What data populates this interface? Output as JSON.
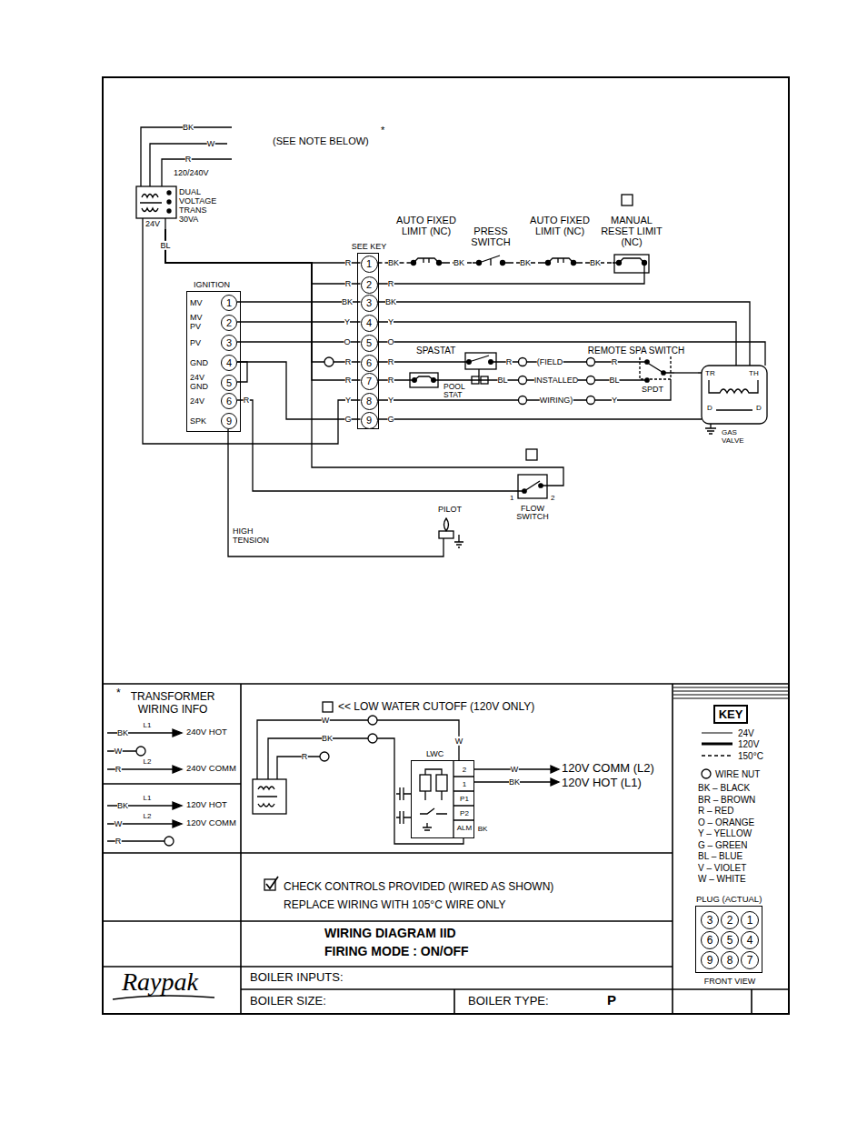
{
  "diagram": {
    "title": "WIRING DIAGRAM IID",
    "nodes": [
      {
        "text": [
          "120/240V",
          "DUAL VOLTAGE TRANS 30VA",
          "24V"
        ]
      },
      {
        "text": [
          "IGNITION",
          "MV",
          "MV PV",
          "PV",
          "GND",
          "24V GND",
          "24V",
          "SPK"
        ]
      },
      {
        "text": [
          "1"
        ],
        "in": 1
      },
      {
        "text": [
          "2"
        ],
        "in": 1
      },
      {
        "text": [
          "3"
        ],
        "in": 1
      },
      {
        "text": [
          "4"
        ],
        "in": 1
      },
      {
        "text": [
          "5"
        ],
        "in": 1
      },
      {
        "text": [
          "6"
        ],
        "in": 1
      },
      {
        "text": [
          "9"
        ],
        "in": 1
      },
      {
        "text": [
          "SEE KEY"
        ]
      },
      {
        "text": [
          "1"
        ],
        "in": 9
      },
      {
        "text": [
          "2"
        ],
        "in": 9
      },
      {
        "text": [
          "3"
        ],
        "in": 9
      },
      {
        "text": [
          "4"
        ],
        "in": 9
      },
      {
        "text": [
          "5"
        ],
        "in": 9
      },
      {
        "text": [
          "6"
        ],
        "in": 9
      },
      {
        "text": [
          "7"
        ],
        "in": 9
      },
      {
        "text": [
          "8"
        ],
        "in": 9
      },
      {
        "text": [
          "9"
        ],
        "in": 9
      },
      {
        "text": [
          "AUTO FIXED LIMIT (NC)"
        ]
      },
      {
        "text": [
          "PRESS SWITCH"
        ]
      },
      {
        "text": [
          "AUTO FIXED LIMIT (NC)"
        ]
      },
      {
        "text": [
          "MANUAL RESET LIMIT (NC)"
        ]
      },
      {
        "text": [
          "SPASTAT"
        ]
      },
      {
        "text": [
          "POOL STAT"
        ]
      },
      {
        "text": [
          "REMOTE SPA SWITCH",
          "SPDT"
        ]
      },
      {
        "text": [
          "TR",
          "TH",
          "D",
          "D",
          "GAS VALVE"
        ]
      },
      {
        "text": [
          "1",
          "2",
          "FLOW SWITCH"
        ]
      },
      {
        "text": [
          "PILOT"
        ]
      },
      {
        "text": [
          "LWC",
          "2",
          "1",
          "P1",
          "P2",
          "ALM"
        ]
      },
      {
        "text": [
          "KEY"
        ]
      },
      {
        "text": [
          "PLUG (ACTUAL)",
          "FRONT VIEW"
        ]
      },
      {
        "text": [
          "3"
        ],
        "in": 31
      },
      {
        "text": [
          "2"
        ],
        "in": 31
      },
      {
        "text": [
          "1"
        ],
        "in": 31
      },
      {
        "text": [
          "6"
        ],
        "in": 31
      },
      {
        "text": [
          "5"
        ],
        "in": 31
      },
      {
        "text": [
          "4"
        ],
        "in": 31
      },
      {
        "text": [
          "9"
        ],
        "in": 31
      },
      {
        "text": [
          "8"
        ],
        "in": 31
      },
      {
        "text": [
          "7"
        ],
        "in": 31
      }
    ],
    "edges": [
      {
        "from": 0,
        "to": 10,
        "arrow": "none",
        "label": "BL"
      },
      {
        "from": 0,
        "to": 11,
        "arrow": "none",
        "label": "R"
      },
      {
        "from": 0,
        "to": 15,
        "arrow": "none",
        "label": "R"
      },
      {
        "from": 0,
        "to": 16,
        "arrow": "none",
        "label": "R"
      },
      {
        "from": 0,
        "to": 27,
        "arrow": "none"
      },
      {
        "from": 0,
        "to": 17,
        "arrow": "none",
        "label": "Y"
      },
      {
        "from": 2,
        "to": 12,
        "arrow": "none",
        "label": "BK"
      },
      {
        "from": 3,
        "to": 13,
        "arrow": "none",
        "label": "Y"
      },
      {
        "from": 4,
        "to": 14,
        "arrow": "none",
        "label": "O"
      },
      {
        "from": 5,
        "to": 18,
        "arrow": "none",
        "label": "G"
      },
      {
        "from": 6,
        "to": 5,
        "arrow": "none"
      },
      {
        "from": 7,
        "to": 27,
        "arrow": "none",
        "label": "R"
      },
      {
        "from": 8,
        "to": 28,
        "arrow": "none",
        "label": "HIGH TENSION"
      },
      {
        "from": 10,
        "to": 19,
        "arrow": "none",
        "label": "BK"
      },
      {
        "from": 19,
        "to": 20,
        "arrow": "none",
        "label": "BK"
      },
      {
        "from": 20,
        "to": 21,
        "arrow": "none",
        "label": "BK"
      },
      {
        "from": 21,
        "to": 22,
        "arrow": "none",
        "label": "BK"
      },
      {
        "from": 22,
        "to": 11,
        "arrow": "none",
        "label": "R"
      },
      {
        "from": 12,
        "to": 26,
        "arrow": "none",
        "label": "BK"
      },
      {
        "from": 13,
        "to": 26,
        "arrow": "none",
        "label": "Y"
      },
      {
        "from": 14,
        "to": 26,
        "arrow": "none",
        "label": "O"
      },
      {
        "from": 15,
        "to": 23,
        "arrow": "none",
        "label": "R"
      },
      {
        "from": 16,
        "to": 24,
        "arrow": "none",
        "label": "R"
      },
      {
        "from": 17,
        "to": 25,
        "arrow": "none",
        "label": "Y"
      },
      {
        "from": 18,
        "to": 26,
        "arrow": "none",
        "label": "G"
      },
      {
        "from": 23,
        "to": 25,
        "arrow": "none",
        "label": "R"
      },
      {
        "from": 24,
        "to": 25,
        "arrow": "none",
        "label": "BL"
      },
      {
        "from": 25,
        "to": 26,
        "arrow": "none"
      }
    ],
    "labels": [
      "BK",
      "W",
      "R",
      "(SEE NOTE BELOW)",
      "*",
      "R",
      "(FIELD",
      "INSTALLED",
      "WIRING)",
      "R",
      "BL",
      "Y",
      "*",
      "TRANSFORMER WIRING INFO",
      "BK",
      "L1",
      "240V HOT",
      "W",
      "R",
      "L2",
      "240V COMM",
      "BK",
      "L1",
      "120V HOT",
      "W",
      "L2",
      "120V COMM",
      "R",
      "<< LOW WATER CUTOFF (120V ONLY)",
      "W",
      "BK",
      "R",
      "W",
      "W",
      "BK",
      "120V COMM (L2)",
      "120V HOT (L1)",
      "BK",
      "CHECK CONTROLS PROVIDED (WIRED AS SHOWN)",
      "REPLACE WIRING WITH 105°C WIRE ONLY",
      "FIRING MODE : ON/OFF",
      "Raypak",
      "BOILER INPUTS:",
      "BOILER SIZE:",
      "BOILER TYPE:",
      "P",
      "BK – BLACK",
      "BR – BROWN",
      "R – RED",
      "O – ORANGE",
      "Y – YELLOW",
      "G – GREEN",
      "BL – BLUE",
      "V – VIOLET",
      "W – WHITE"
    ],
    "legend": [
      {
        "text": "24V"
      },
      {
        "text": "120V"
      },
      {
        "text": "150°C"
      },
      {
        "text": "WIRE NUT"
      }
    ]
  }
}
